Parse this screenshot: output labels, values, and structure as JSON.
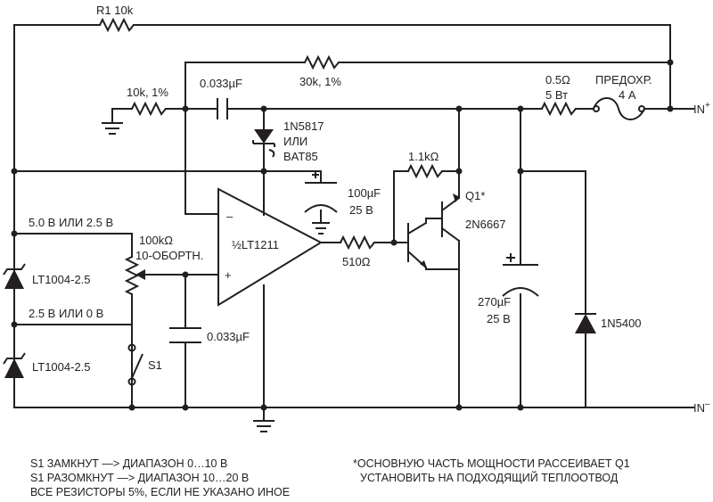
{
  "components": {
    "r1": "R1 10k",
    "r_in_10k": "10k, 1%",
    "c_coupling": "0.033µF",
    "r_30k": "30k, 1%",
    "r_sense_value": "0.5Ω",
    "r_sense_power": "5 Вт",
    "fuse_line1": "ПРЕДОХР.",
    "fuse_line2": "4 А",
    "diode_schottky_line1": "1N5817",
    "diode_schottky_line2": "ИЛИ",
    "diode_schottky_line3": "BAT85",
    "r_1k1": "1.1kΩ",
    "q1_line1": "Q1*",
    "q1_line2": "2N6667",
    "c_100u_line1": "100µF",
    "c_100u_line2": "25 В",
    "opamp": "½LT1211",
    "r_510": "510Ω",
    "pot_line1": "100kΩ",
    "pot_line2": "10-ОБОРТН.",
    "ref_voltage_top": "5.0 В ИЛИ 2.5 В",
    "ref_voltage_mid": "2.5 В ИЛИ 0 В",
    "ref_upper": "LT1004-2.5",
    "ref_lower": "LT1004-2.5",
    "c_filter": "0.033µF",
    "switch": "S1",
    "c_270u_line1": "270µF",
    "c_270u_line2": "25 В",
    "diode_1n5400": "1N5400",
    "in_plus": "IN",
    "in_plus_sup": "+",
    "in_minus": "IN",
    "in_minus_sup": "–",
    "opamp_minus": "–",
    "opamp_plus": "+"
  },
  "notes": {
    "left_line1": "S1 ЗАМКНУТ —> ДИАПАЗОН 0…10 В",
    "left_line2": "S1 РАЗОМКНУТ —> ДИАПАЗОН 10…20 В",
    "left_line3": "ВСЕ РЕЗИСТОРЫ 5%, ЕСЛИ НЕ УКАЗАНО ИНОЕ",
    "right_line1": "*ОСНОВНУЮ ЧАСТЬ МОЩНОСТИ РАССЕИВАЕТ Q1",
    "right_line2": "УСТАНОВИТЬ НА ПОДХОДЯЩИЙ ТЕПЛООТВОД"
  }
}
